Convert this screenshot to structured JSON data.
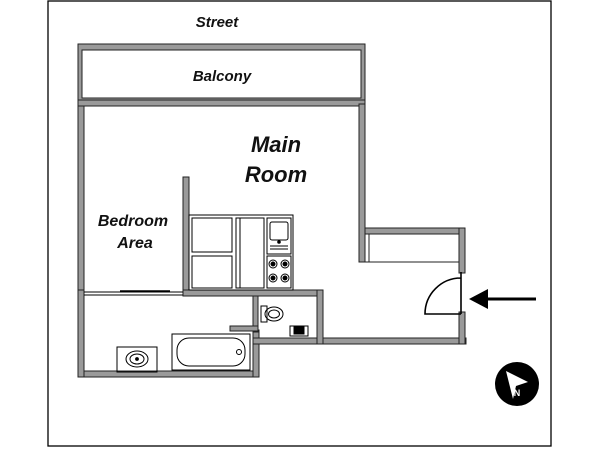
{
  "labels": {
    "street": "Street",
    "balcony": "Balcony",
    "main_room_line1": "Main",
    "main_room_line2": "Room",
    "bedroom_line1": "Bedroom",
    "bedroom_line2": "Area",
    "compass": "N"
  },
  "colors": {
    "wall": "#3a3a3a",
    "wall_fill": "#9a9a9a",
    "line": "#000000",
    "background": "#ffffff"
  }
}
